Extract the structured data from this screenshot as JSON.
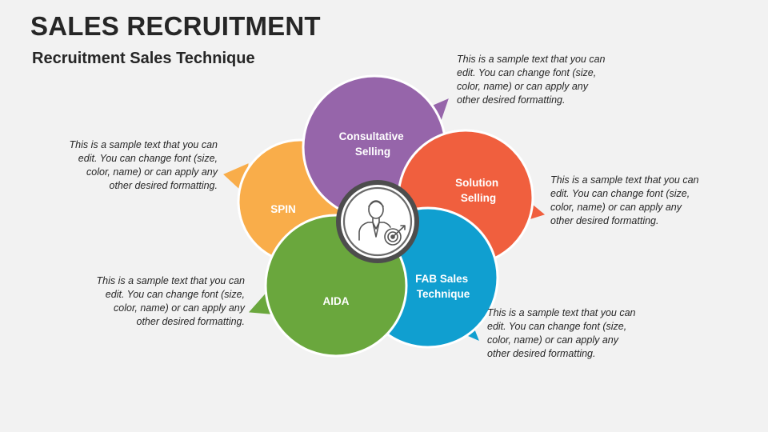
{
  "slide": {
    "title": "SALES RECRUITMENT",
    "subtitle": "Recruitment Sales Technique"
  },
  "diagram": {
    "center_icon": "recruiter-target-icon",
    "segments": [
      {
        "key": "consultative",
        "label_lines": [
          "Consultative",
          "Selling"
        ],
        "color": "#9665aa",
        "description": "This is a sample text that you can edit. You can change font (size, color, name) or can apply any other desired formatting."
      },
      {
        "key": "solution",
        "label_lines": [
          "Solution",
          "Selling"
        ],
        "color": "#f05f3e",
        "description": "This is a sample text that you can edit. You can change font (size, color, name) or can apply any other desired formatting."
      },
      {
        "key": "fab",
        "label_lines": [
          "FAB Sales",
          "Technique"
        ],
        "color": "#109fd0",
        "description": "This is a sample text that you can edit. You can change font (size, color, name) or can apply any other desired formatting."
      },
      {
        "key": "aida",
        "label_lines": [
          "AIDA"
        ],
        "color": "#6aa73d",
        "description": "This is a sample text that you can edit. You can change font (size, color, name) or can apply any other desired formatting."
      },
      {
        "key": "spin",
        "label_lines": [
          "SPIN"
        ],
        "color": "#f9ad4a",
        "description": "This is a sample text that you can edit. You can change font (size, color, name) or can apply any other desired formatting."
      }
    ]
  }
}
